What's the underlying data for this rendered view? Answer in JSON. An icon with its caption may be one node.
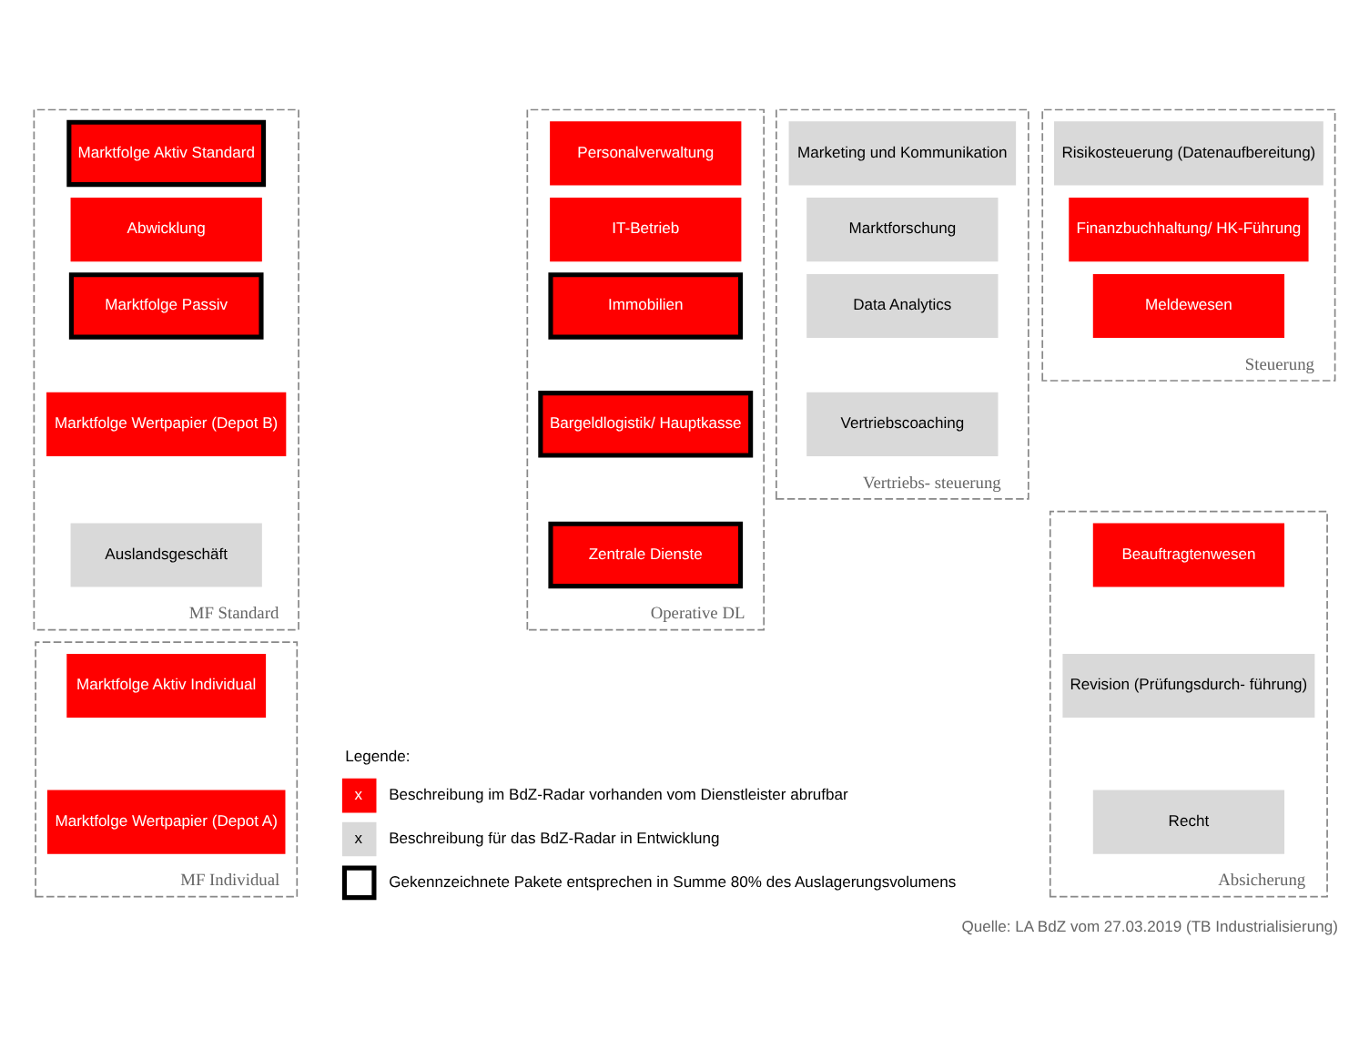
{
  "diagram": {
    "caption": "Quelle: LA BdZ vom 27.03.2019 (TB Industrialisierung)",
    "nodes": [
      {
        "text": [
          "MF Standard"
        ]
      },
      {
        "text": [
          "Marktfolge Aktiv Standard"
        ],
        "in": 0
      },
      {
        "text": [
          "Abwicklung"
        ],
        "in": 0
      },
      {
        "text": [
          "Marktfolge Passiv"
        ],
        "in": 0
      },
      {
        "text": [
          "Marktfolge Wertpapier (Depot B)"
        ],
        "in": 0
      },
      {
        "text": [
          "Auslandsgeschäft"
        ],
        "in": 0
      },
      {
        "text": [
          "MF Individual"
        ]
      },
      {
        "text": [
          "Marktfolge Aktiv Individual"
        ],
        "in": 6
      },
      {
        "text": [
          "Marktfolge Wertpapier (Depot A)"
        ],
        "in": 6
      },
      {
        "text": [
          "Operative DL"
        ]
      },
      {
        "text": [
          "Personalverwaltung"
        ],
        "in": 9
      },
      {
        "text": [
          "IT-Betrieb"
        ],
        "in": 9
      },
      {
        "text": [
          "Immobilien"
        ],
        "in": 9
      },
      {
        "text": [
          "Bargeldlogistik/ Hauptkasse"
        ],
        "in": 9
      },
      {
        "text": [
          "Zentrale Dienste"
        ],
        "in": 9
      },
      {
        "text": [
          "Vertriebs- steuerung"
        ]
      },
      {
        "text": [
          "Marketing und Kommunikation"
        ],
        "in": 15
      },
      {
        "text": [
          "Marktforschung"
        ],
        "in": 15
      },
      {
        "text": [
          "Data Analytics"
        ],
        "in": 15
      },
      {
        "text": [
          "Vertriebscoaching"
        ],
        "in": 15
      },
      {
        "text": [
          "Steuerung"
        ]
      },
      {
        "text": [
          "Risikosteuerung (Datenaufbereitung)"
        ],
        "in": 20
      },
      {
        "text": [
          "Finanzbuchhaltung/ HK-Führung"
        ],
        "in": 20
      },
      {
        "text": [
          "Meldewesen"
        ],
        "in": 20
      },
      {
        "text": [
          "Absicherung"
        ]
      },
      {
        "text": [
          "Beauftragtenwesen"
        ],
        "in": 24
      },
      {
        "text": [
          "Revision (Prüfungsdurch- führung)"
        ],
        "in": 24
      },
      {
        "text": [
          "Recht"
        ],
        "in": 24
      }
    ],
    "labels": [
      "Legende:",
      "x",
      "x"
    ],
    "legend": [
      {
        "text": "Beschreibung im BdZ-Radar vorhanden vom Dienstleister abrufbar",
        "color": "#ff0000"
      },
      {
        "text": "Beschreibung für das BdZ-Radar in Entwicklung",
        "color": "#d9d9d9"
      },
      {
        "text": "Gekennzeichnete Pakete entsprechen in Summe 80% des Auslagerungsvolumens"
      }
    ]
  }
}
